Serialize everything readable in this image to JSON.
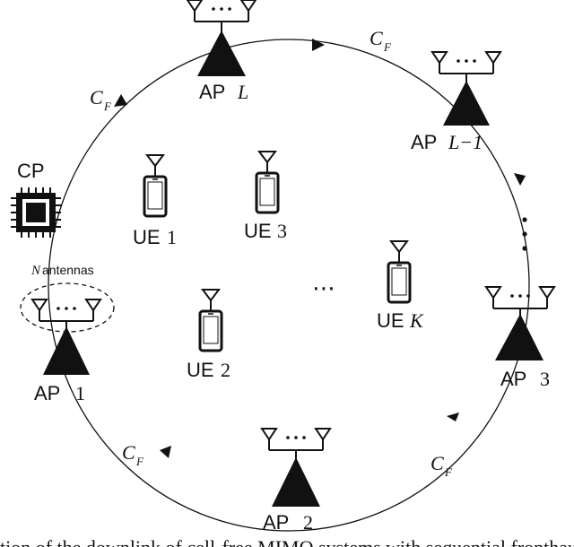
{
  "cp": {
    "label": "CP"
  },
  "annotations": {
    "antennas": "antennas",
    "n_symbol": "N"
  },
  "aps": [
    {
      "id": "ap-1",
      "prefix": "AP",
      "index": "1"
    },
    {
      "id": "ap-2",
      "prefix": "AP",
      "index": "2"
    },
    {
      "id": "ap-3",
      "prefix": "AP",
      "index": "3"
    },
    {
      "id": "ap-L-1",
      "prefix": "AP",
      "index": "L−1"
    },
    {
      "id": "ap-L",
      "prefix": "AP",
      "index": "L"
    }
  ],
  "ues": [
    {
      "id": "ue-1",
      "prefix": "UE",
      "index": "1"
    },
    {
      "id": "ue-2",
      "prefix": "UE",
      "index": "2"
    },
    {
      "id": "ue-3",
      "prefix": "UE",
      "index": "3"
    },
    {
      "id": "ue-K",
      "prefix": "UE",
      "index": "K"
    }
  ],
  "fronthaul": {
    "symbol": "C",
    "subscript": "F"
  },
  "ellipsis": "⋯",
  "ellipsis_vertical": "⋮",
  "caption_fragment": "tion of the downlink of cell-free MIMO systems with sequential fronthaul"
}
